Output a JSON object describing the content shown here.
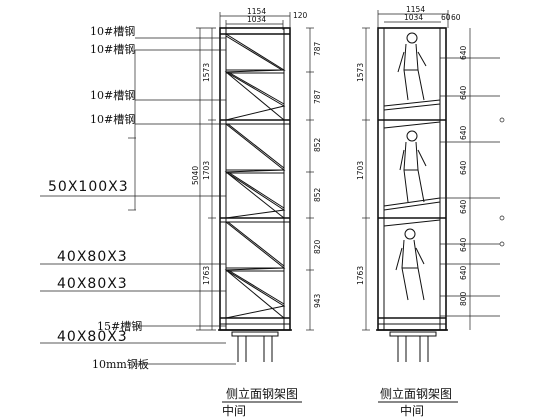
{
  "left_view": {
    "labels": {
      "channel_1": "10#槽钢",
      "channel_2": "10#槽钢",
      "channel_3": "10#槽钢",
      "channel_4": "10#槽钢",
      "tube_1": "50X100X3",
      "tube_2": "40X80X3",
      "tube_3": "40X80X3",
      "channel_bottom": "15#槽钢",
      "tube_4": "40X80X3",
      "plate": "10mm钢板"
    },
    "top_dims": {
      "outer": "1154",
      "inner": "1034",
      "edge": "120"
    },
    "left_dims": {
      "d1": "1573",
      "d2": "1703",
      "d3": "1763",
      "total": "5040"
    },
    "right_dims": {
      "d1": "787",
      "d2": "787",
      "d3": "852",
      "d4": "852",
      "d5": "820",
      "d6": "943"
    },
    "caption": {
      "line1": "侧立面钢架图",
      "line2": "中间"
    }
  },
  "right_view": {
    "top_dims": {
      "outer": "1154",
      "inner": "1034",
      "e1": "60",
      "e2": "60"
    },
    "left_dims": {
      "d1": "1573",
      "d2": "1703",
      "d3": "1763"
    },
    "right_dims": {
      "d1": "640",
      "d2": "640",
      "d3": "640",
      "d4": "640",
      "d5": "640",
      "d6": "640",
      "d7": "640",
      "d8": "800"
    },
    "caption": {
      "line1": "侧立面钢架图",
      "line2": "中间"
    }
  }
}
